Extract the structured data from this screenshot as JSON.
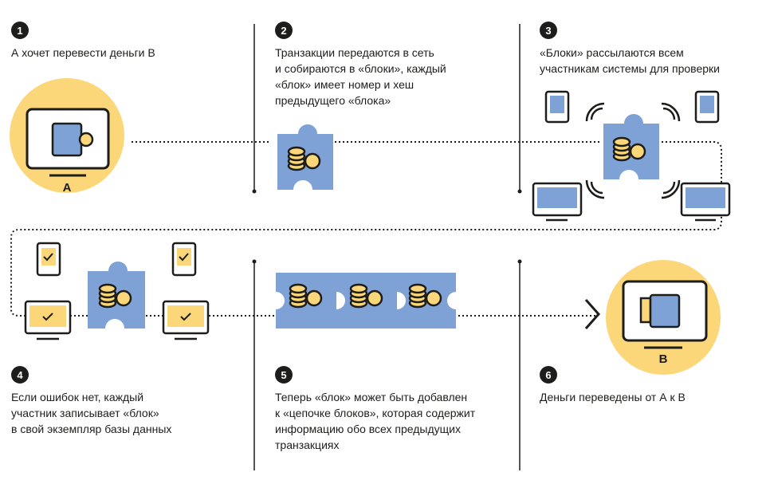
{
  "steps": [
    {
      "num": "1",
      "text": "А хочет перевести деньги В"
    },
    {
      "num": "2",
      "text": "Транзакции передаются в сеть\nи собираются в «блоки», каждый\n«блок» имеет номер и хеш\nпредыдущего «блока»"
    },
    {
      "num": "3",
      "text": "«Блоки» рассылаются всем\nучастникам системы для проверки"
    },
    {
      "num": "4",
      "text": "Если ошибок нет, каждый\nучастник записывает «блок»\nв свой экземпляр базы данных"
    },
    {
      "num": "5",
      "text": "Теперь «блок» может быть добавлен\nк «цепочке блоков», которая содержит\nинформацию обо всех предыдущих\nтранзакциях"
    },
    {
      "num": "6",
      "text": "Деньги переведены от А к В"
    }
  ],
  "labels": {
    "sender": "A",
    "receiver": "B"
  },
  "colors": {
    "yellow": "#fbd77a",
    "blue": "#7ea2d6",
    "ink": "#1d1d1b",
    "coin": "#fbd77a"
  }
}
